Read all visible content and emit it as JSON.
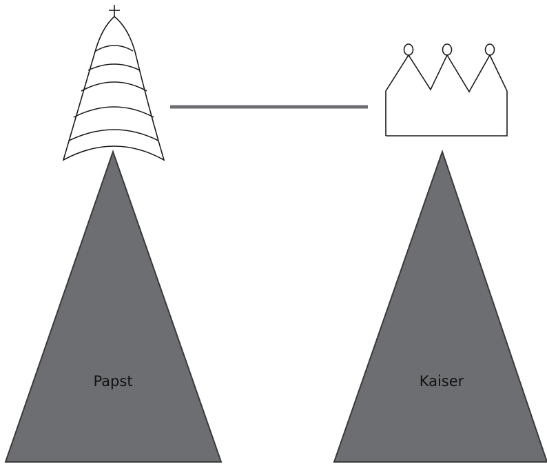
{
  "colors": {
    "background": "#ffffff",
    "pyramid_fill": "#6d6e71",
    "pyramid_stroke": "#3a3a3a",
    "connector": "#6d6e71",
    "outline": "#1a1a1a"
  },
  "pyramids": [
    {
      "id": "papst",
      "label": "Papst",
      "icon": "papal-tiara-icon"
    },
    {
      "id": "kaiser",
      "label": "Kaiser",
      "icon": "imperial-crown-icon"
    }
  ]
}
